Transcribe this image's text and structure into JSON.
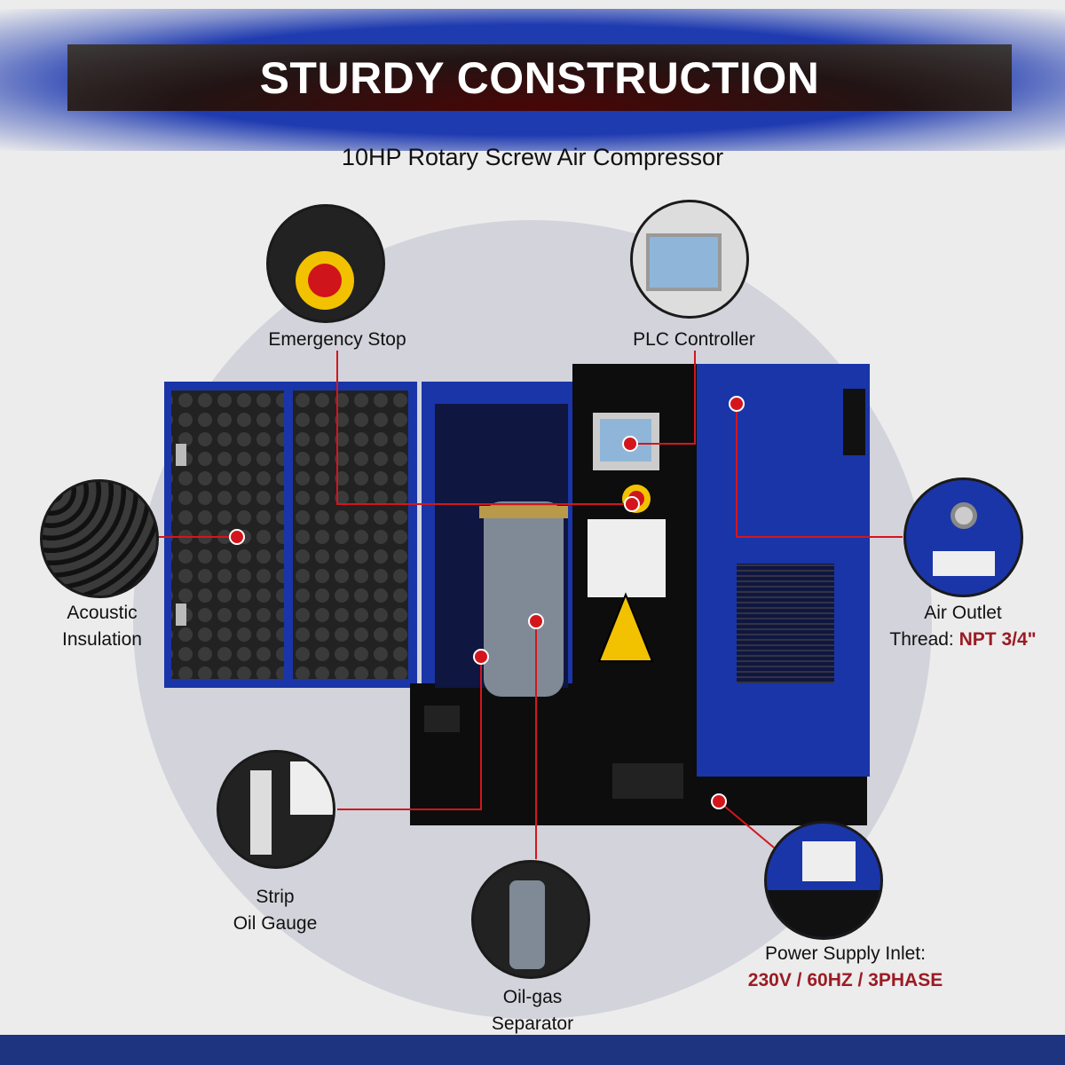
{
  "header": {
    "title": "STURDY CONSTRUCTION",
    "subtitle": "10HP Rotary Screw Air Compressor"
  },
  "callouts": {
    "emergency_stop": {
      "label": "Emergency Stop",
      "icon": "emergency-stop-button-icon"
    },
    "plc_controller": {
      "label": "PLC Controller",
      "icon": "plc-screen-icon"
    },
    "acoustic_insulation": {
      "line1": "Acoustic",
      "line2": "Insulation"
    },
    "air_outlet": {
      "line1": "Air Outlet",
      "line2_prefix": "Thread: ",
      "line2_value": "NPT 3/4\""
    },
    "strip_oil_gauge": {
      "line1": "Strip",
      "line2": "Oil Gauge"
    },
    "oil_gas_separator": {
      "line1": "Oil-gas",
      "line2": "Separator"
    },
    "power_supply": {
      "line1": "Power Supply Inlet:",
      "line2": "230V / 60HZ / 3PHASE"
    }
  },
  "colors": {
    "accent_red": "#9b1b24",
    "line_red": "#d4161c",
    "brand_blue": "#1f3bb0",
    "body_blue": "#1a35a8"
  }
}
